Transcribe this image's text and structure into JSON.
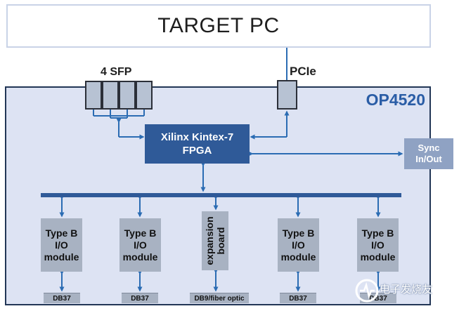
{
  "target_pc": {
    "label": "TARGET PC"
  },
  "board": {
    "name": "OP4520"
  },
  "sfp": {
    "label": "4 SFP",
    "ports": 4
  },
  "pcie": {
    "label": "PCIe"
  },
  "fpga": {
    "line1": "Xilinx Kintex-7",
    "line2": "FPGA"
  },
  "sync": {
    "line1": "Sync",
    "line2": "In/Out"
  },
  "modules": [
    {
      "line1": "Type B",
      "line2": "I/O",
      "line3": "module",
      "connector": "DB37"
    },
    {
      "line1": "Type B",
      "line2": "I/O",
      "line3": "module",
      "connector": "DB37"
    },
    {
      "line1": "Type B",
      "line2": "I/O",
      "line3": "module",
      "connector": "DB37"
    },
    {
      "line1": "Type B",
      "line2": "I/O",
      "line3": "module",
      "connector": "DB37"
    }
  ],
  "expansion": {
    "line1": "expansion",
    "line2": "board",
    "connector": "DB9/fiber optic"
  },
  "colors": {
    "board_fill": "#dde3f3",
    "board_border": "#223656",
    "fpga_fill": "#2f5a98",
    "arrow": "#2b6cb3",
    "module_fill": "#a8b2c2",
    "sync_fill": "#8fa2c3",
    "label_blue": "#2a5da6"
  }
}
